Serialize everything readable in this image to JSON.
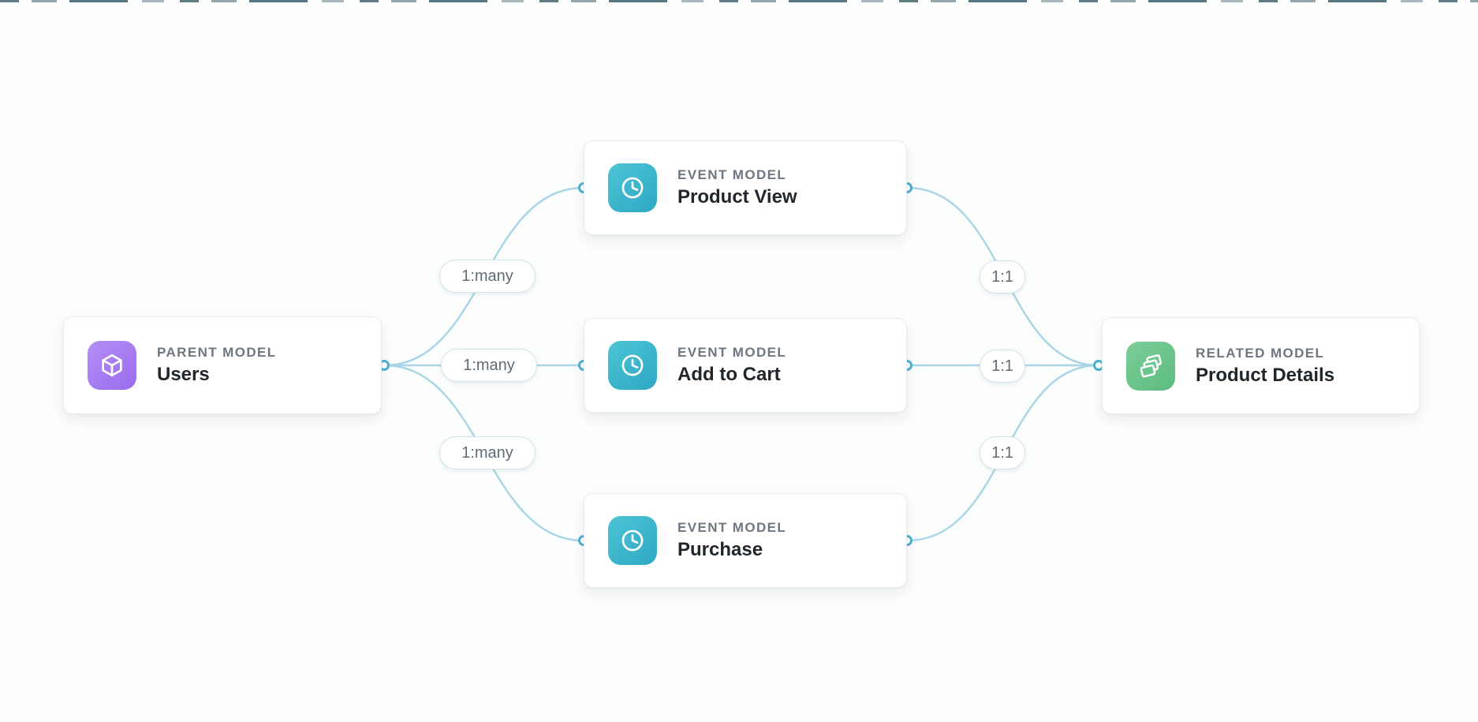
{
  "diagram": {
    "parent_model": {
      "type_label": "PARENT MODEL",
      "name": "Users"
    },
    "event_models": [
      {
        "type_label": "EVENT MODEL",
        "name": "Product View"
      },
      {
        "type_label": "EVENT MODEL",
        "name": "Add to Cart"
      },
      {
        "type_label": "EVENT MODEL",
        "name": "Purchase"
      }
    ],
    "related_model": {
      "type_label": "RELATED MODEL",
      "name": "Product Details"
    },
    "relationships": {
      "parent_to_events": [
        "1:many",
        "1:many",
        "1:many"
      ],
      "events_to_related": [
        "1:1",
        "1:1",
        "1:1"
      ]
    },
    "icons": {
      "parent": "cube-icon",
      "event": "clock-icon",
      "related": "layers-icon"
    },
    "colors": {
      "parent_icon": "#a57ef1",
      "event_icon": "#3cb7cc",
      "related_icon": "#6bc58e",
      "connector_line": "#a9d6e7",
      "connector_dot_ring": "#4fb0cf",
      "pill_border": "#d2e4ec",
      "pill_text": "#5f6b75",
      "type_label_text": "#6e7781",
      "name_text": "#20262c",
      "card_background": "#ffffff",
      "card_border": "#e9edf0",
      "page_background": "#fcfdfd"
    }
  }
}
